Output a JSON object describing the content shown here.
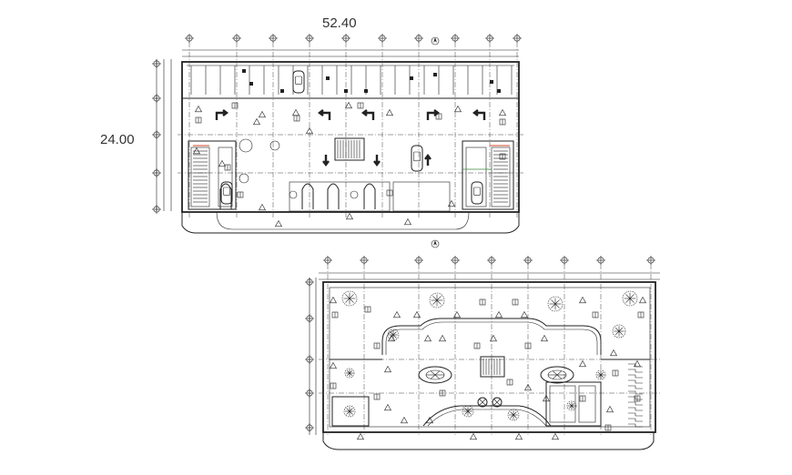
{
  "drawing": {
    "overall_width_dimension": "52.40",
    "overall_depth_dimension": "24.00"
  },
  "icons": {
    "north_arrow_top": "north-arrow",
    "north_arrow_bottom": "north-arrow",
    "parking_car": "car-symbol",
    "tree": "tree-symbol",
    "level_marker": "triangle-level-marker"
  },
  "colors": {
    "line": "#222222",
    "background": "#ffffff",
    "accent_red": "#d44a2a",
    "accent_green": "#3a8a3a"
  }
}
